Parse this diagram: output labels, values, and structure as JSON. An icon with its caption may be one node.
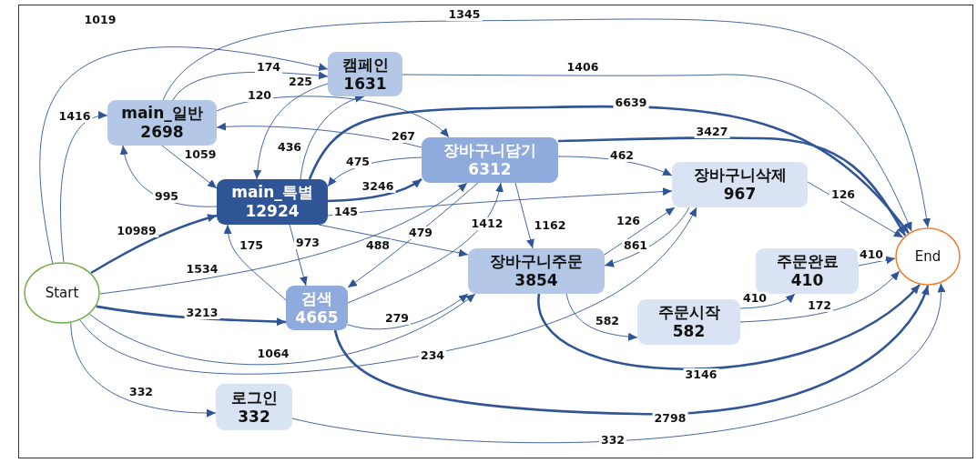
{
  "diagram": {
    "nodes": [
      {
        "text": [
          "Start"
        ]
      },
      {
        "text": [
          "main_일반",
          "2698"
        ]
      },
      {
        "text": [
          "캠페인",
          "1631"
        ]
      },
      {
        "text": [
          "main_특별",
          "12924"
        ]
      },
      {
        "text": [
          "장바구니담기",
          "6312"
        ]
      },
      {
        "text": [
          "장바구니삭제",
          "967"
        ]
      },
      {
        "text": [
          "장바구니주문",
          "3854"
        ]
      },
      {
        "text": [
          "주문완료",
          "410"
        ]
      },
      {
        "text": [
          "검색",
          "4665"
        ]
      },
      {
        "text": [
          "주문시작",
          "582"
        ]
      },
      {
        "text": [
          "로그인",
          "332"
        ]
      },
      {
        "text": [
          "End"
        ]
      }
    ],
    "edges": [
      {
        "from": 0,
        "to": 1,
        "arrow": "to",
        "label": "1416"
      },
      {
        "from": 0,
        "to": 2,
        "arrow": "to",
        "label": "1019"
      },
      {
        "from": 0,
        "to": 3,
        "arrow": "to",
        "label": "10989",
        "style": "thick"
      },
      {
        "from": 0,
        "to": 4,
        "arrow": "to",
        "label": "1534"
      },
      {
        "from": 0,
        "to": 8,
        "arrow": "to",
        "label": "3213",
        "style": "thick"
      },
      {
        "from": 0,
        "to": 6,
        "arrow": "to",
        "label": "1064"
      },
      {
        "from": 0,
        "to": 5,
        "arrow": "to",
        "label": "234"
      },
      {
        "from": 0,
        "to": 10,
        "arrow": "to",
        "label": "332"
      },
      {
        "from": 1,
        "to": 3,
        "arrow": "to",
        "label": "1059"
      },
      {
        "from": 3,
        "to": 1,
        "arrow": "to",
        "label": "995"
      },
      {
        "from": 1,
        "to": 11,
        "arrow": "to",
        "label": "1345"
      },
      {
        "from": 1,
        "to": 2,
        "arrow": "to",
        "label": "174"
      },
      {
        "from": 1,
        "to": 4,
        "arrow": "to",
        "label": "120"
      },
      {
        "from": 4,
        "to": 1,
        "arrow": "to",
        "label": "267"
      },
      {
        "from": 2,
        "to": 3,
        "arrow": "to",
        "label": "225"
      },
      {
        "from": 3,
        "to": 2,
        "arrow": "to",
        "label": "436"
      },
      {
        "from": 3,
        "to": 11,
        "arrow": "to",
        "label": "6639",
        "style": "thick"
      },
      {
        "from": 3,
        "to": 4,
        "arrow": "to",
        "label": "3246",
        "style": "thick"
      },
      {
        "from": 4,
        "to": 3,
        "arrow": "to",
        "label": "475"
      },
      {
        "from": 3,
        "to": 5,
        "arrow": "to",
        "label": "145"
      },
      {
        "from": 3,
        "to": 8,
        "arrow": "to",
        "label": "973"
      },
      {
        "from": 3,
        "to": 6,
        "arrow": "to",
        "label": "488"
      },
      {
        "from": 8,
        "to": 3,
        "arrow": "to",
        "label": "175"
      },
      {
        "from": 4,
        "to": 8,
        "arrow": "to",
        "label": "479"
      },
      {
        "from": 8,
        "to": 4,
        "arrow": "to",
        "label": "1412"
      },
      {
        "from": 8,
        "to": 6,
        "arrow": "to",
        "label": "279"
      },
      {
        "from": 8,
        "to": 11,
        "arrow": "to",
        "label": "2798",
        "style": "thick"
      },
      {
        "from": 2,
        "to": 11,
        "arrow": "to",
        "label": "1406"
      },
      {
        "from": 4,
        "to": 11,
        "arrow": "to",
        "label": "3427",
        "style": "thick"
      },
      {
        "from": 4,
        "to": 5,
        "arrow": "to",
        "label": "462"
      },
      {
        "from": 4,
        "to": 6,
        "arrow": "to",
        "label": "1162"
      },
      {
        "from": 6,
        "to": 5,
        "arrow": "to",
        "label": "126"
      },
      {
        "from": 5,
        "to": 6,
        "arrow": "to",
        "label": "861"
      },
      {
        "from": 5,
        "to": 11,
        "arrow": "to",
        "label": "126"
      },
      {
        "from": 6,
        "to": 9,
        "arrow": "to",
        "label": "582"
      },
      {
        "from": 6,
        "to": 11,
        "arrow": "to",
        "label": "3146",
        "style": "thick"
      },
      {
        "from": 9,
        "to": 7,
        "arrow": "to",
        "label": "410"
      },
      {
        "from": 9,
        "to": 11,
        "arrow": "to",
        "label": "172"
      },
      {
        "from": 7,
        "to": 11,
        "arrow": "to",
        "label": "410"
      },
      {
        "from": 10,
        "to": 11,
        "arrow": "to",
        "label": "332"
      }
    ]
  }
}
